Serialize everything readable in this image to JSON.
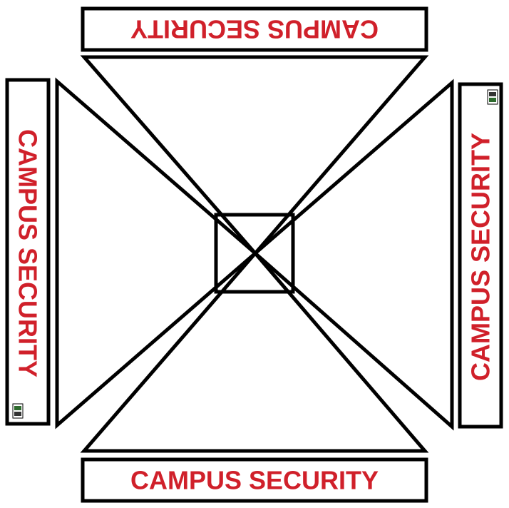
{
  "signs": {
    "top": {
      "label": "CAMPUS SECURITY"
    },
    "bottom": {
      "label": "CAMPUS SECURITY"
    },
    "left": {
      "label": "CAMPUS SECURITY"
    },
    "right": {
      "label": "CAMPUS SECURITY"
    }
  },
  "colors": {
    "text": "#d0202a",
    "stroke": "#000000",
    "background": "#ffffff"
  },
  "icons": {
    "logo": "campus-logo-icon"
  }
}
